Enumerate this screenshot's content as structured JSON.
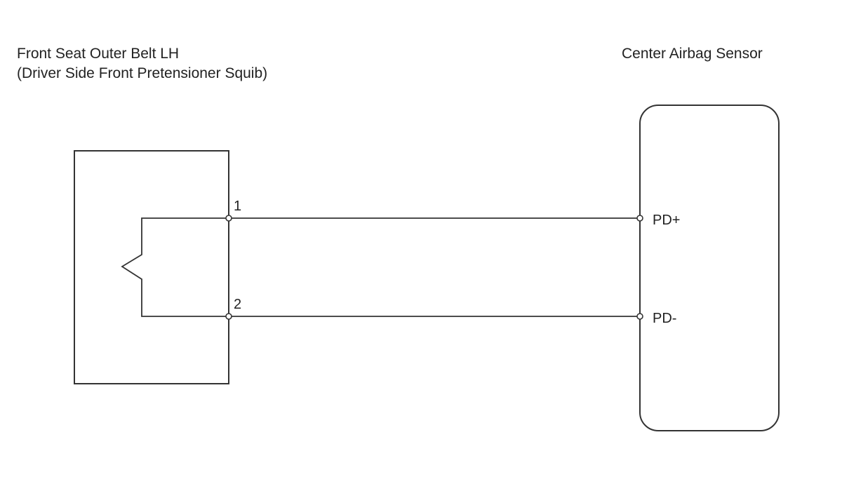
{
  "components": {
    "squib": {
      "title_line1": "Front Seat Outer Belt LH",
      "title_line2": "(Driver Side Front Pretensioner Squib)",
      "pins": [
        {
          "number": "1"
        },
        {
          "number": "2"
        }
      ]
    },
    "sensor": {
      "title": "Center Airbag Sensor",
      "terminals": [
        {
          "name": "PD+"
        },
        {
          "name": "PD-"
        }
      ]
    }
  },
  "colors": {
    "line": "#333333",
    "text": "#222222",
    "background": "#ffffff"
  }
}
